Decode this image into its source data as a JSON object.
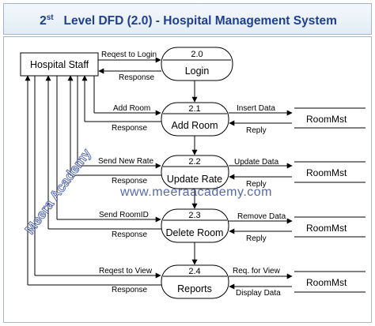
{
  "title": {
    "prefix": "2",
    "superscript": "st",
    "main": "Level DFD (2.0) - Hospital Management System"
  },
  "watermark": {
    "url": "www.meeraacademy.com",
    "brand": "Meera Academy"
  },
  "entity": {
    "label": "Hospital Staff"
  },
  "processes": [
    {
      "id": "2.0",
      "name": "Login"
    },
    {
      "id": "2.1",
      "name": "Add Room"
    },
    {
      "id": "2.2",
      "name": "Update Rate"
    },
    {
      "id": "2.3",
      "name": "Delete Room"
    },
    {
      "id": "2.4",
      "name": "Reports"
    }
  ],
  "stores": [
    {
      "label": "RoomMst"
    },
    {
      "label": "RoomMst"
    },
    {
      "label": "RoomMst"
    },
    {
      "label": "RoomMst"
    }
  ],
  "flows": {
    "login_request": "Reqest to Login",
    "login_response": "Response",
    "add_room": "Add Room",
    "add_response": "Response",
    "insert_data": "Insert Data",
    "insert_reply": "Reply",
    "send_rate": "Send New Rate",
    "rate_response": "Response",
    "update_data": "Update Data",
    "update_reply": "Reply",
    "send_roomid": "Send RoomID",
    "delete_response": "Response",
    "remove_data": "Remove Data",
    "remove_reply": "Reply",
    "view_request": "Reqest to View",
    "view_response": "Response",
    "req_view": "Req. for View",
    "display_data": "Display Data"
  },
  "colors": {
    "title_text": "#1f3f8f",
    "lines": "#000000",
    "watermark": "#3a4fa0"
  }
}
